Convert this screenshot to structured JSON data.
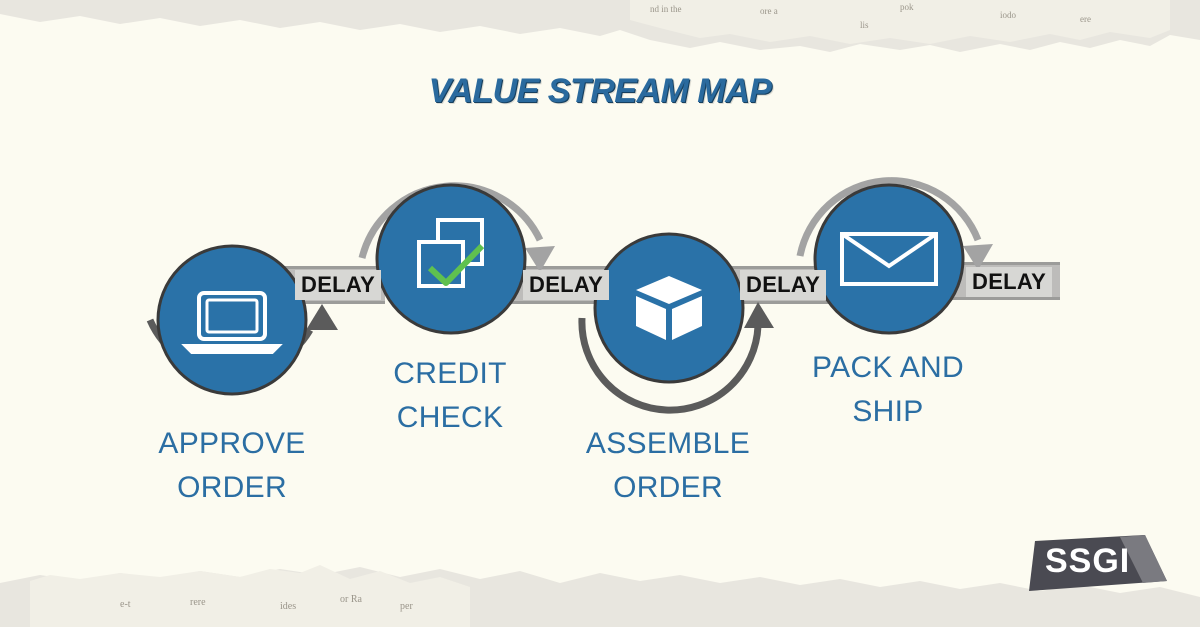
{
  "title": "VALUE STREAM MAP",
  "steps": [
    {
      "label_line1": "APPROVE",
      "label_line2": "ORDER",
      "icon": "laptop-icon"
    },
    {
      "label_line1": "CREDIT",
      "label_line2": "CHECK",
      "icon": "check-documents-icon"
    },
    {
      "label_line1": "ASSEMBLE",
      "label_line2": "ORDER",
      "icon": "box-icon"
    },
    {
      "label_line1": "PACK AND",
      "label_line2": "SHIP",
      "icon": "envelope-icon"
    }
  ],
  "delays": [
    "DELAY",
    "DELAY",
    "DELAY",
    "DELAY"
  ],
  "logo": "SSGI",
  "colors": {
    "circle": "#2a72a8",
    "circle_border": "#3a3a3a",
    "label": "#2b6ea3",
    "arrow_gray": "#a3a3a3",
    "arrow_dark": "#5b5b5b",
    "check": "#5fc14f"
  }
}
